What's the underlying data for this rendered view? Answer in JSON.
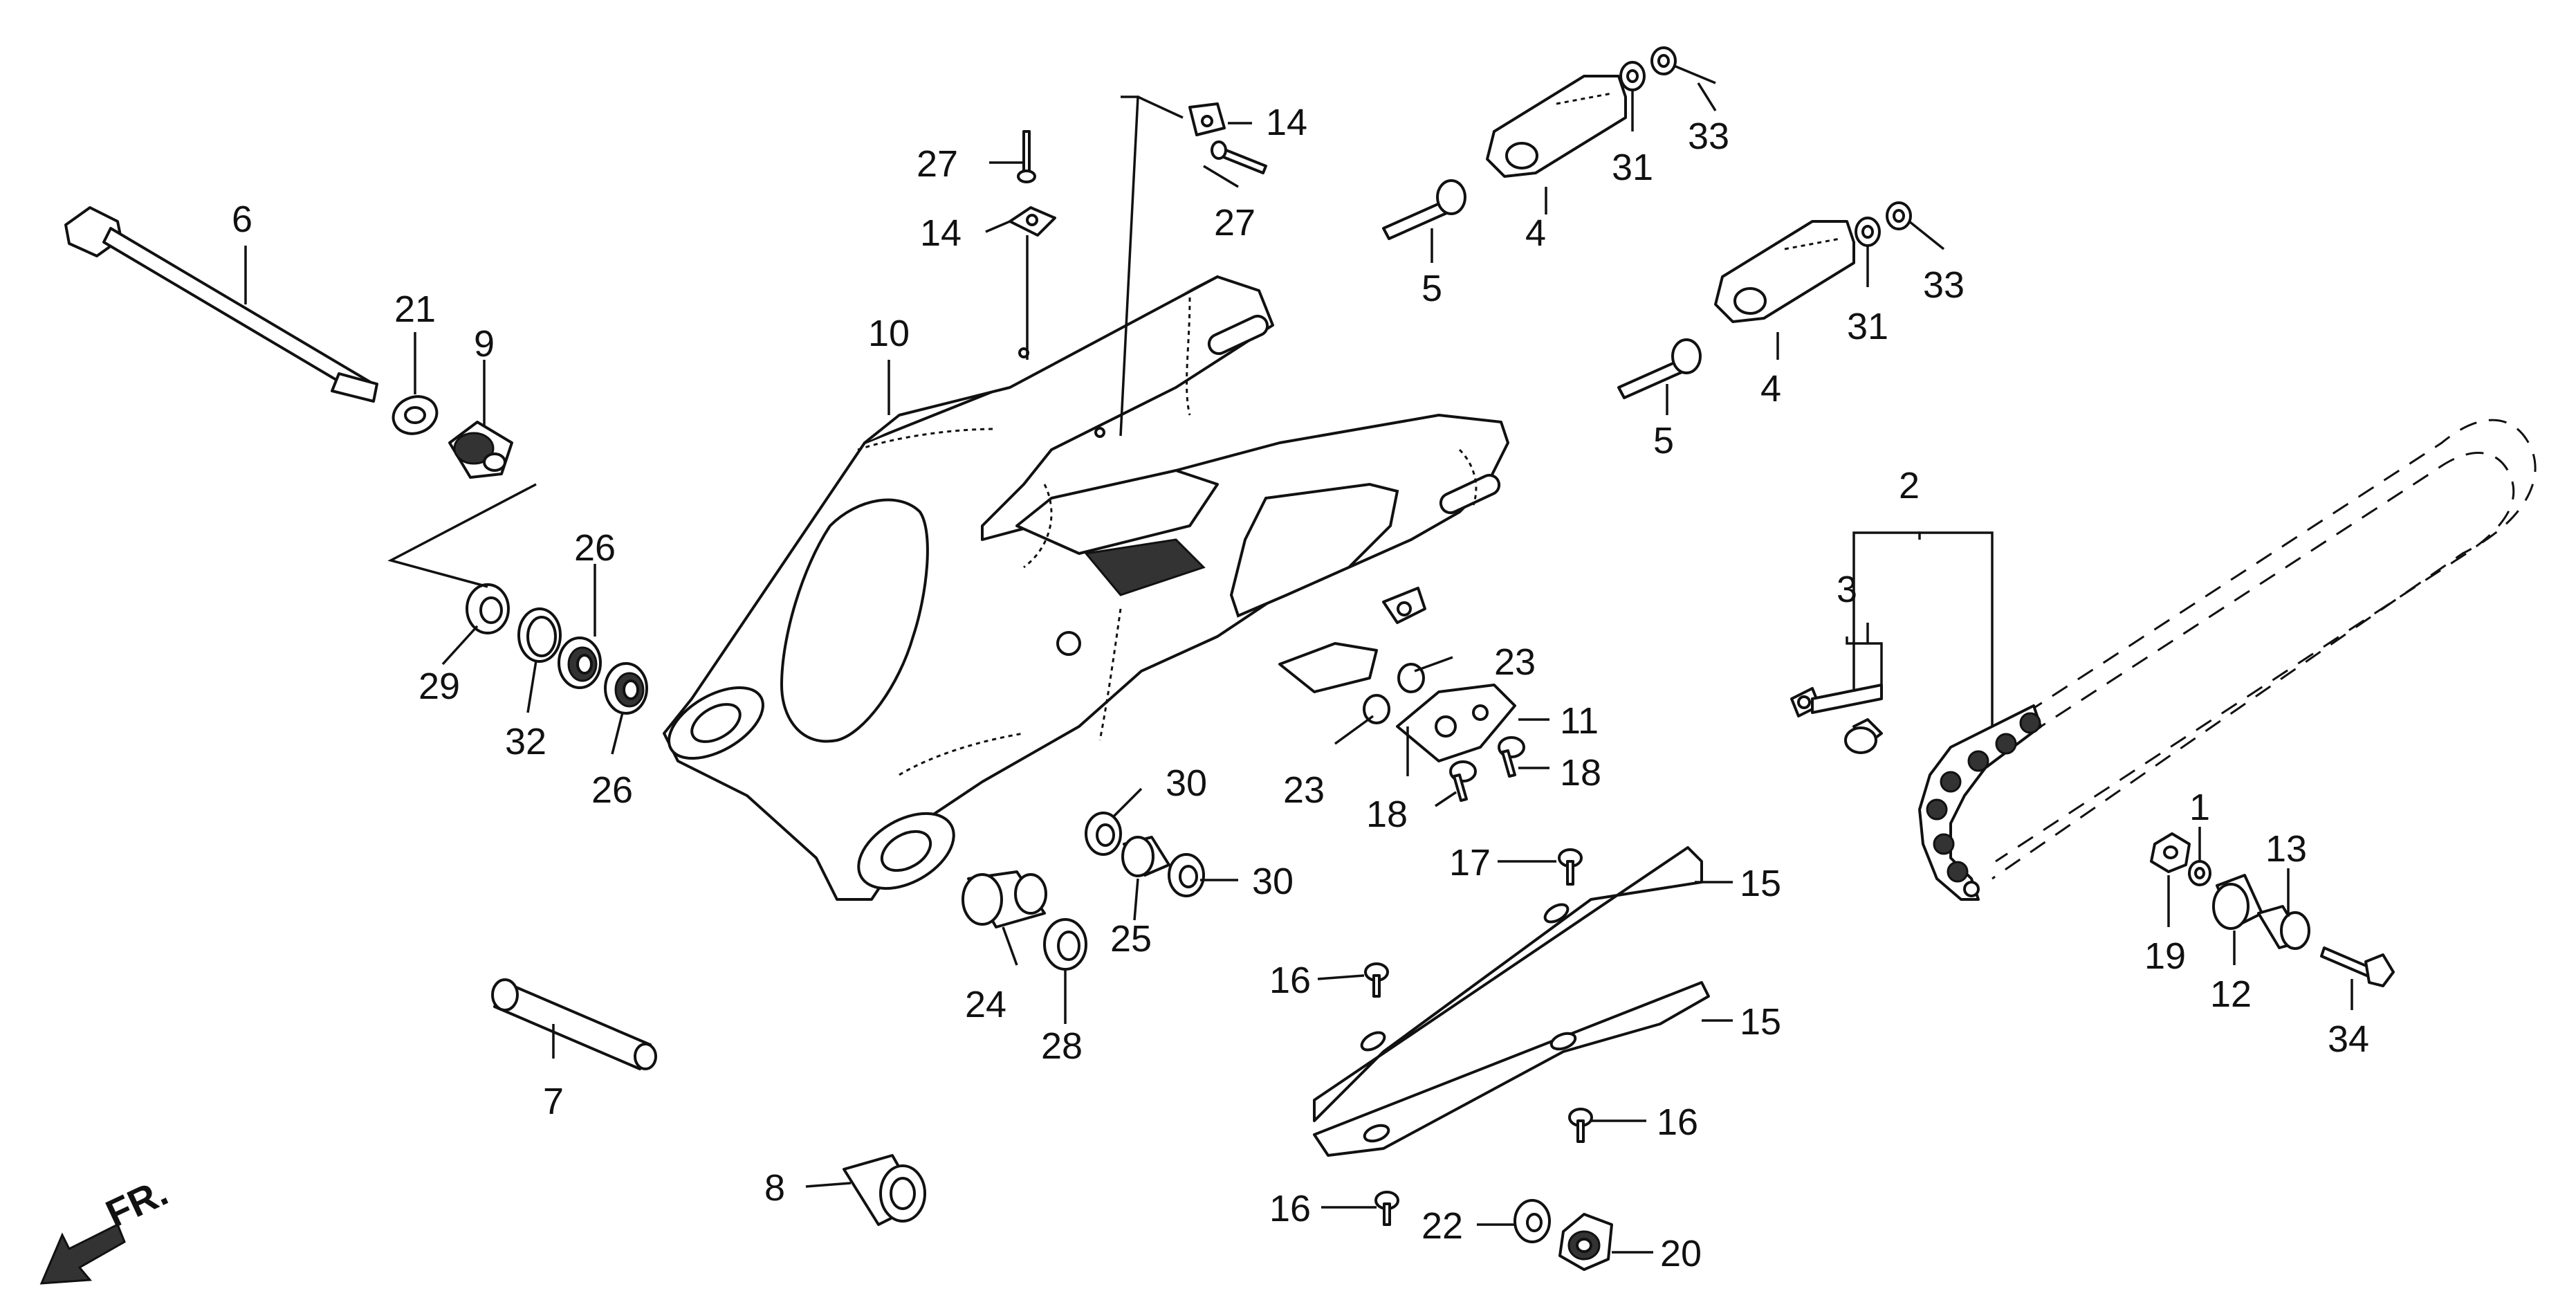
{
  "diagram": {
    "direction_arrow": {
      "label": "FR.",
      "icon": "front-direction-arrow-icon"
    },
    "callouts": [
      "1",
      "2",
      "3",
      "4",
      "5",
      "6",
      "7",
      "8",
      "9",
      "10",
      "11",
      "12",
      "13",
      "14",
      "15",
      "16",
      "17",
      "18",
      "19",
      "20",
      "21",
      "22",
      "23",
      "24",
      "25",
      "26",
      "27",
      "28",
      "29",
      "30",
      "31",
      "32",
      "33",
      "34"
    ]
  }
}
